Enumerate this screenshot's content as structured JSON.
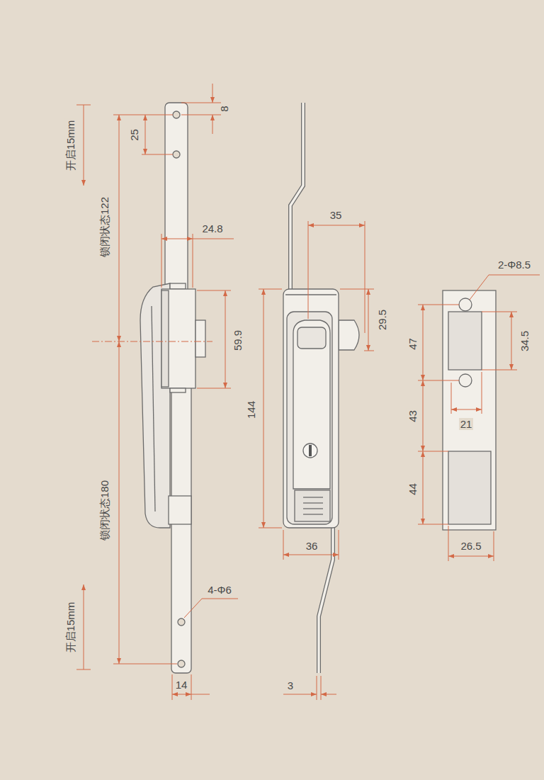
{
  "diagram": {
    "labels": [
      "开启15mm",
      "锁闭状态122",
      "25",
      "8",
      "24.8",
      "59.9",
      "锁闭状态180",
      "开启15mm",
      "4-Φ6",
      "14",
      "35",
      "29.5",
      "144",
      "36",
      "3",
      "2-Φ8.5",
      "47",
      "34.5",
      "43",
      "21",
      "44",
      "26.5"
    ]
  }
}
